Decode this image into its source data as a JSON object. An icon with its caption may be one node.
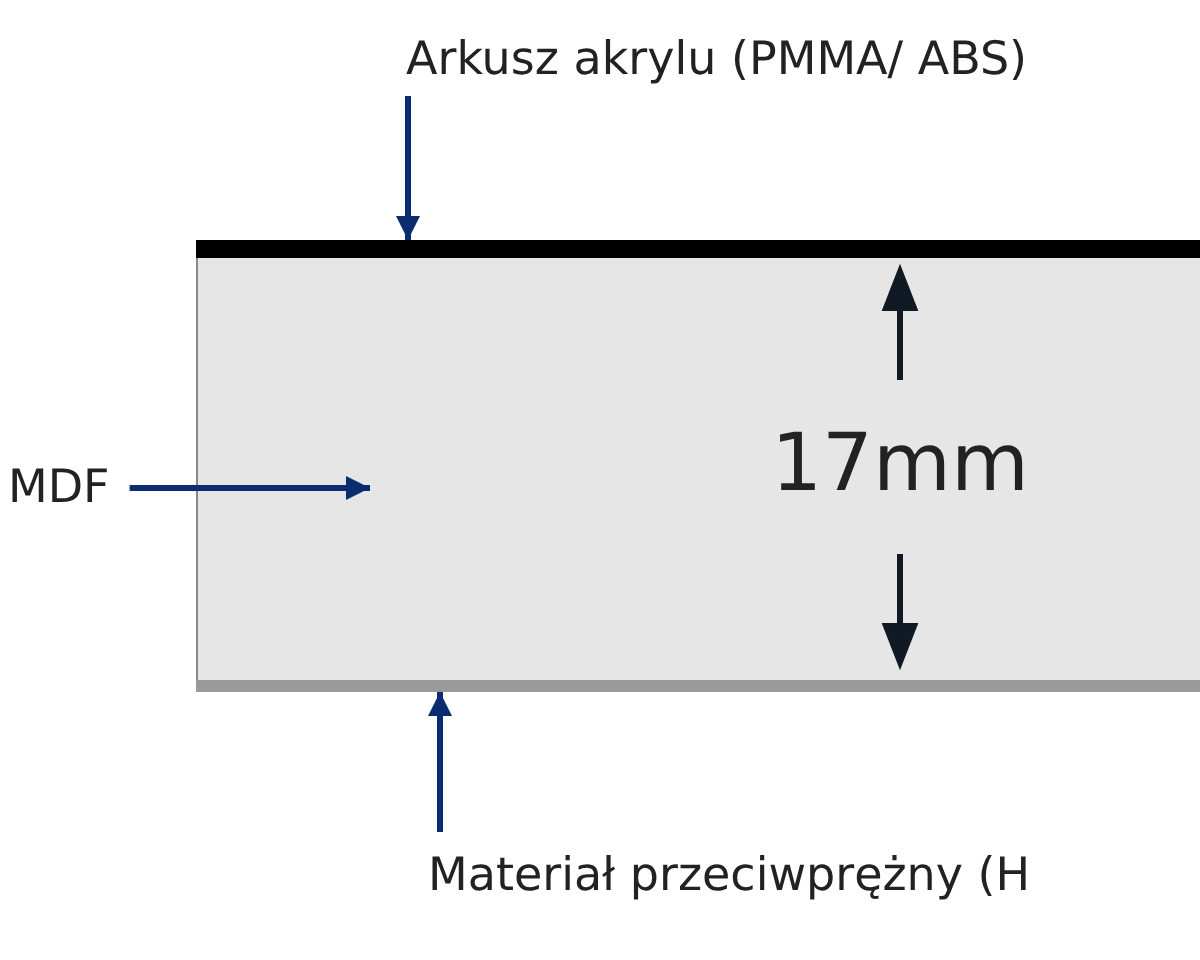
{
  "diagram": {
    "nodes": [
      {
        "text": [
          "Arkusz akrylu (PMMA/ ABS)"
        ]
      },
      {
        "text": [
          "MDF"
        ]
      },
      {
        "text": [
          "Materiał przeciwprężny (H"
        ]
      },
      {
        "text": [],
        "shape": "bar"
      },
      {
        "text": [],
        "shape": "box"
      },
      {
        "text": [],
        "shape": "bar"
      }
    ],
    "edges": [
      {
        "from": 0,
        "to": 3,
        "arrow": "to"
      },
      {
        "from": 1,
        "to": 4,
        "arrow": "to"
      },
      {
        "from": 2,
        "to": 5,
        "arrow": "to"
      }
    ],
    "labels": [
      "17mm"
    ]
  }
}
